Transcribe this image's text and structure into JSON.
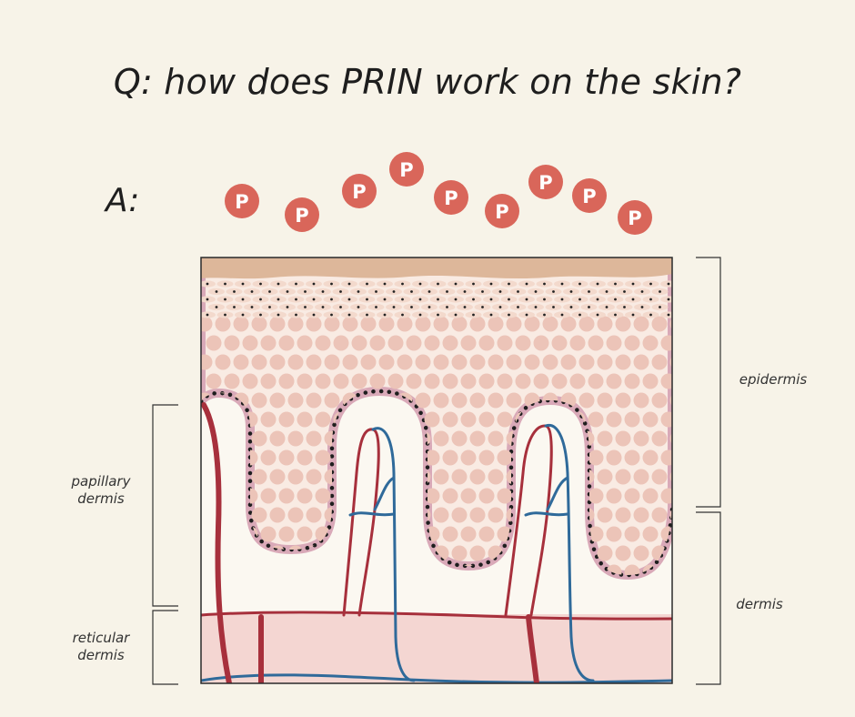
{
  "question": "Q: how does PRIN work on the skin?",
  "answer_label": "A:",
  "particle_letter": "P",
  "labels": {
    "epidermis": "epidermis",
    "dermis": "dermis",
    "papillary_line1": "papillary",
    "papillary_line2": "dermis",
    "reticular_line1": "reticular",
    "reticular_line2": "dermis"
  },
  "colors": {
    "background": "#f7f3e8",
    "particle": "#d9665a",
    "artery": "#a7303c",
    "vein": "#2f6a9a",
    "skin_cell": "#ecc4b8",
    "surface": "#ddb79a",
    "dermis": "#f4d6d2",
    "basal_border": "#d9a9b8"
  }
}
